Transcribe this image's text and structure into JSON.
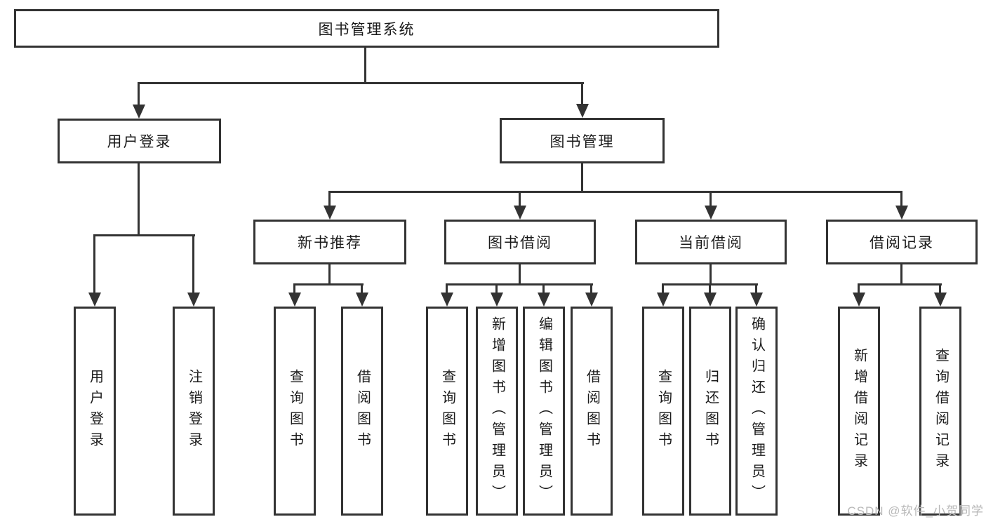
{
  "tree": {
    "root": {
      "label": "图书管理系统",
      "children": [
        {
          "label": "用户登录",
          "children": [
            {
              "label": "用户登录"
            },
            {
              "label": "注销登录"
            }
          ]
        },
        {
          "label": "图书管理",
          "children": [
            {
              "label": "新书推荐",
              "children": [
                {
                  "label": "查询图书"
                },
                {
                  "label": "借阅图书"
                }
              ]
            },
            {
              "label": "图书借阅",
              "children": [
                {
                  "label": "查询图书"
                },
                {
                  "label": "新增图书（管理员）"
                },
                {
                  "label": "编辑图书（管理员）"
                },
                {
                  "label": "借阅图书"
                }
              ]
            },
            {
              "label": "当前借阅",
              "children": [
                {
                  "label": "查询图书"
                },
                {
                  "label": "归还图书"
                },
                {
                  "label": "确认归还（管理员）"
                }
              ]
            },
            {
              "label": "借阅记录",
              "children": [
                {
                  "label": "新增借阅记录"
                },
                {
                  "label": "查询借阅记录"
                }
              ]
            }
          ]
        }
      ]
    }
  },
  "watermark": {
    "text": "CSDN @软件_小贺同学"
  },
  "colors": {
    "line": "#333333",
    "box_border": "#333333",
    "text": "#1a1a1a",
    "background": "#ffffff",
    "watermark": "#b8b8b8"
  }
}
